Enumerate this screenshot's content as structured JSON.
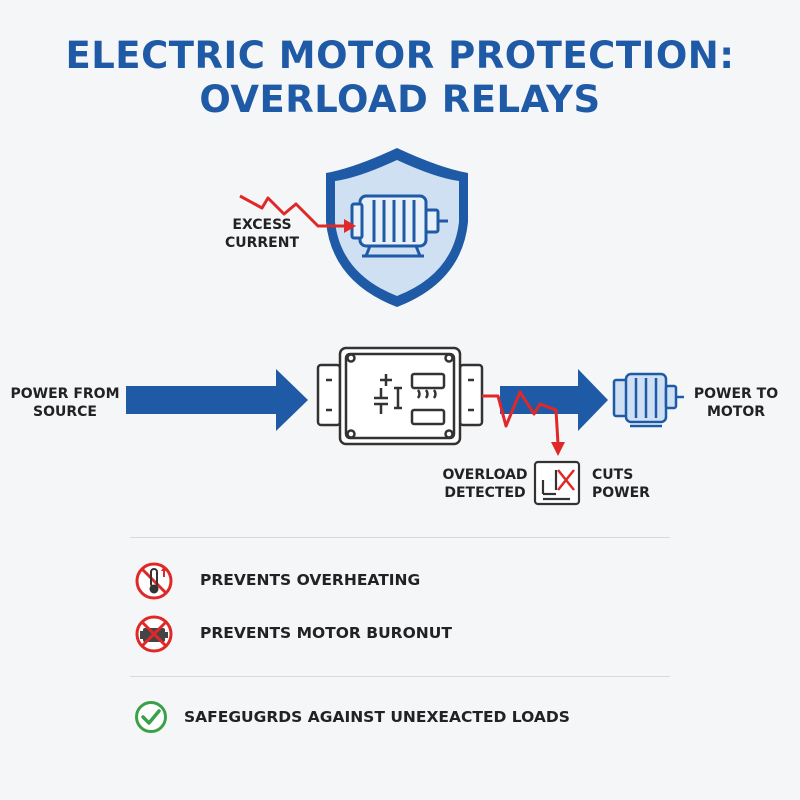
{
  "title": {
    "line1": "ELECTRIC MOTOR PROTECTION:",
    "line2": "OVERLOAD RELAYS"
  },
  "labels": {
    "excess_current_line1": "EXCESS",
    "excess_current_line2": "CURRENT",
    "power_from_line1": "POWER FROM",
    "power_from_line2": "SOURCE",
    "power_to_line1": "POWER TO",
    "power_to_line2": "MOTOR",
    "overload_line1": "OVERLOAD",
    "overload_line2": "DETECTED",
    "cuts_line1": "CUTS",
    "cuts_line2": "POWER"
  },
  "benefits": [
    {
      "text": "PREVENTS OVERHEATING",
      "icon": "thermometer-prohibited-icon"
    },
    {
      "text": "PREVENTS MOTOR BURONUT",
      "icon": "motor-burnout-prohibited-icon"
    },
    {
      "text": "SAFEGUGRDS AGAINST UNEXEACTED LOADS",
      "icon": "check-circle-icon"
    }
  ],
  "colors": {
    "primary_blue": "#1f5aa6",
    "light_blue": "#cfe0f3",
    "alert_red": "#e02828",
    "check_green": "#3aa14a",
    "outline_dark": "#333333"
  }
}
